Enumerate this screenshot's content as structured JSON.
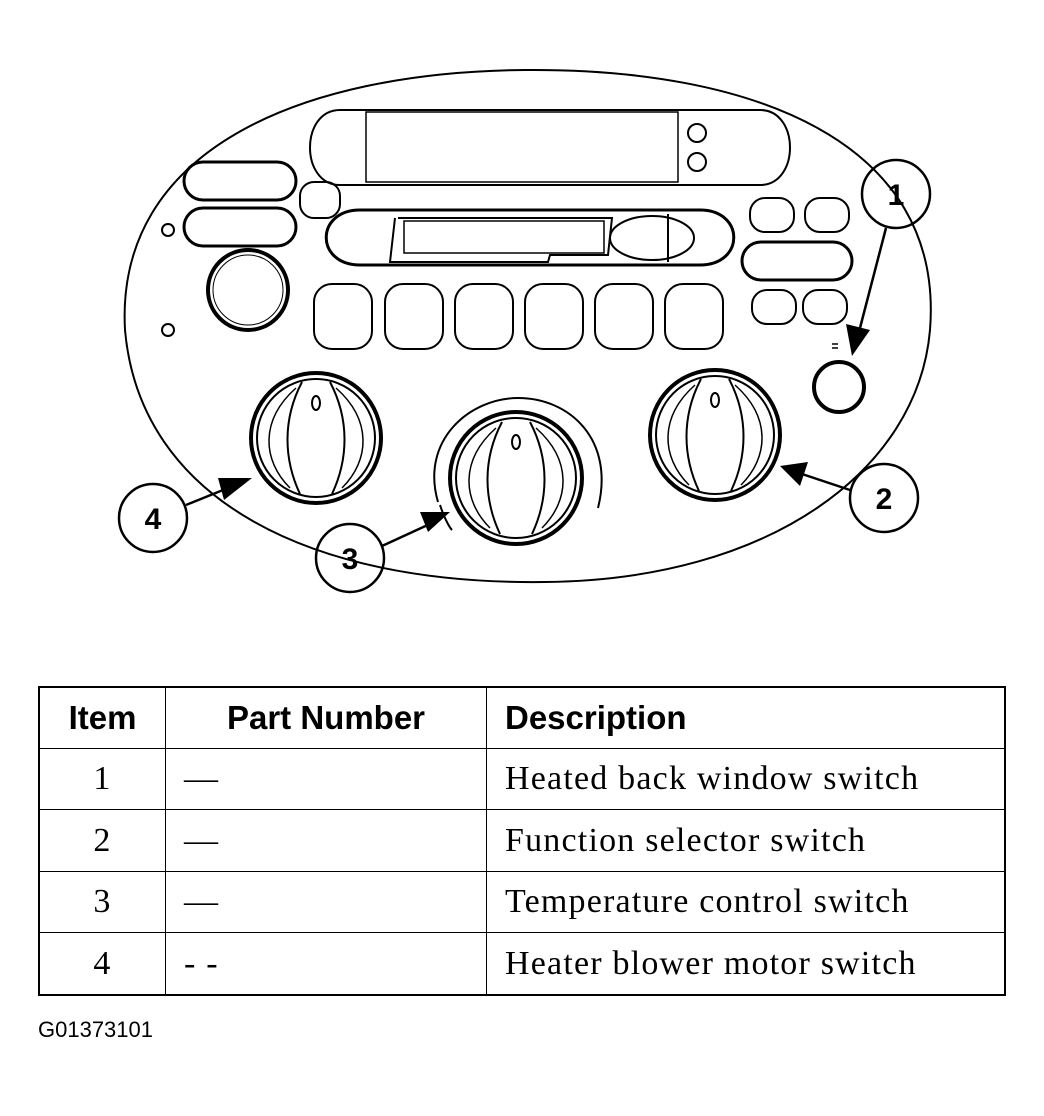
{
  "callouts": [
    "1",
    "2",
    "3",
    "4"
  ],
  "table": {
    "headers": {
      "item": "Item",
      "part_number": "Part Number",
      "description": "Description"
    },
    "rows": [
      {
        "item": "1",
        "part_number": "—",
        "description": "Heated back window switch"
      },
      {
        "item": "2",
        "part_number": "—",
        "description": "Function selector switch"
      },
      {
        "item": "3",
        "part_number": "—",
        "description": "Temperature control switch"
      },
      {
        "item": "4",
        "part_number": "- -",
        "description": "Heater blower motor switch"
      }
    ]
  },
  "figure_id": "G01373101"
}
